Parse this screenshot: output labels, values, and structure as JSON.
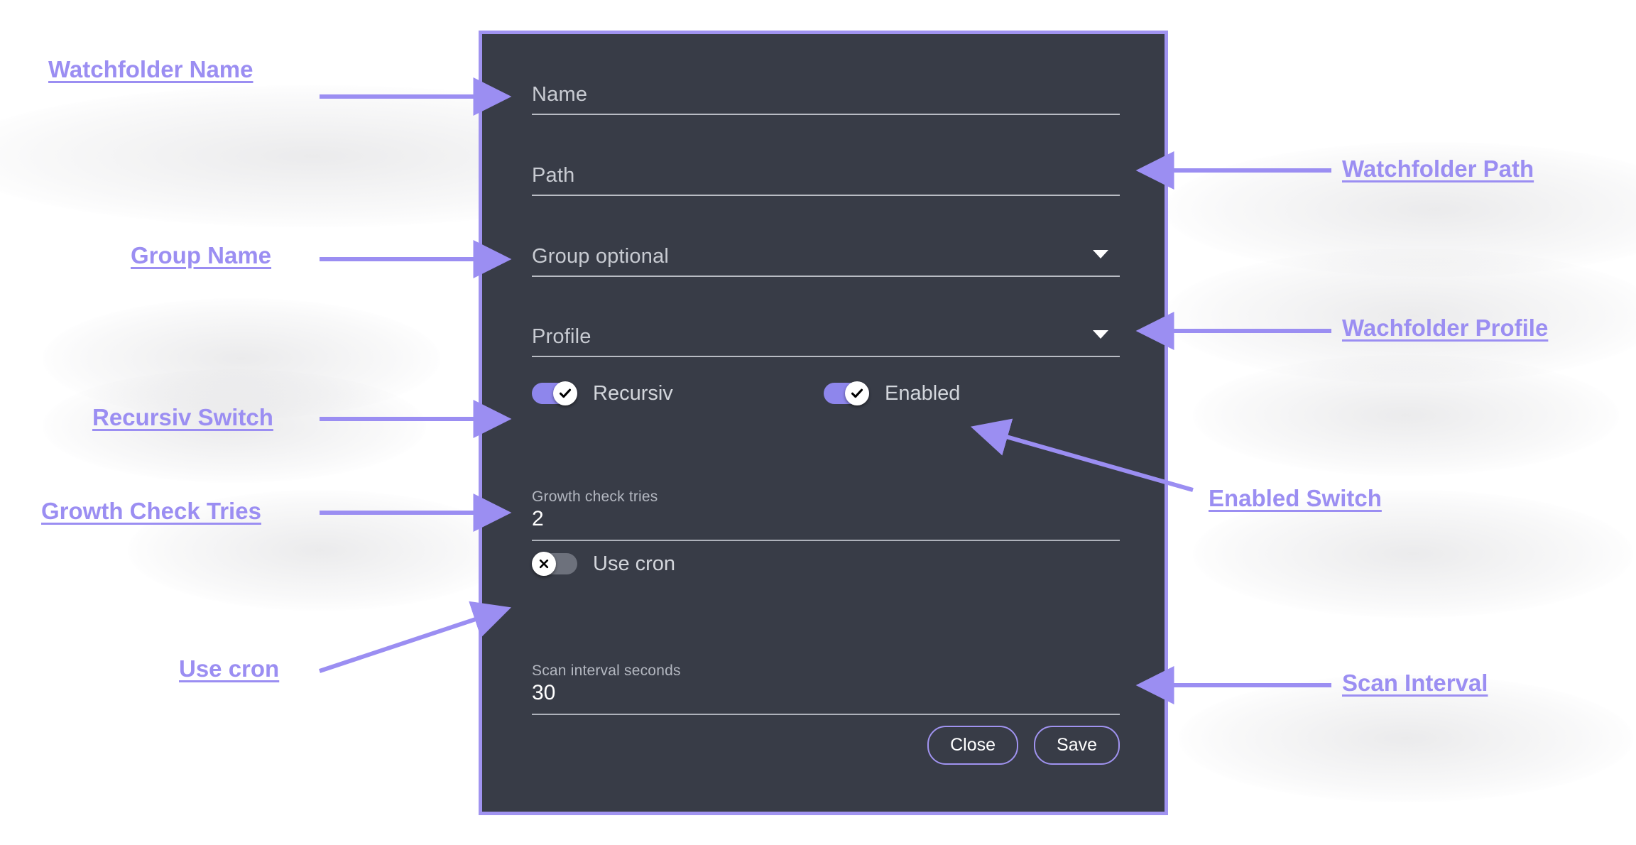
{
  "theme": {
    "panel_bg": "#383c47",
    "panel_border": "#a093f0",
    "accent": "#8e86ec",
    "annotation_color": "#9b8ef2",
    "page_bg": "#ffffff",
    "switch_off_track": "#6d717c"
  },
  "dialog": {
    "fields": [
      {
        "name": "name",
        "label": "Name",
        "value": "",
        "type": "text"
      },
      {
        "name": "path",
        "label": "Path",
        "value": "",
        "type": "text"
      },
      {
        "name": "group",
        "label": "Group optional",
        "value": "",
        "type": "select"
      },
      {
        "name": "profile",
        "label": "Profile",
        "value": "",
        "type": "select"
      }
    ],
    "switches": [
      {
        "name": "recursiv",
        "label": "Recursiv",
        "state": "on",
        "icon": "check-icon"
      },
      {
        "name": "enabled",
        "label": "Enabled",
        "state": "on",
        "icon": "check-icon"
      },
      {
        "name": "use_cron",
        "label": "Use cron",
        "state": "off",
        "icon": "close-icon"
      }
    ],
    "numeric_fields": [
      {
        "name": "growth_check_tries",
        "label": "Growth check tries",
        "value": "2"
      },
      {
        "name": "scan_interval_seconds",
        "label": "Scan interval seconds",
        "value": "30"
      }
    ],
    "buttons": {
      "close": "Close",
      "save": "Save"
    }
  },
  "annotations": [
    {
      "name": "watchfolder-name",
      "text": "Watchfolder Name"
    },
    {
      "name": "group-name",
      "text": "Group Name"
    },
    {
      "name": "recursiv-switch",
      "text": "Recursiv Switch"
    },
    {
      "name": "growth-check-tries",
      "text": "Growth Check Tries"
    },
    {
      "name": "use-cron",
      "text": "Use cron"
    },
    {
      "name": "watchfolder-path",
      "text": "Watchfolder Path"
    },
    {
      "name": "wachfolder-profile",
      "text": "Wachfolder Profile"
    },
    {
      "name": "enabled-switch",
      "text": "Enabled Switch"
    },
    {
      "name": "scan-interval",
      "text": "Scan Interval"
    }
  ]
}
